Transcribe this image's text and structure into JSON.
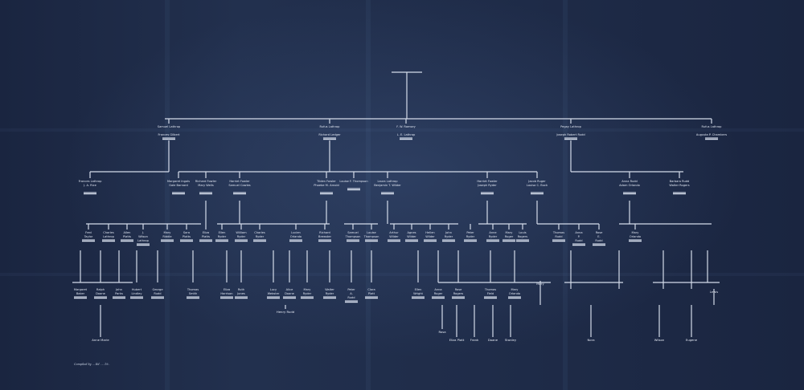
{
  "document": {
    "signature": "Compiled by ... Ed. ... 19..",
    "colors": {
      "background": "#1d2a45",
      "ink": "#dfe5f1"
    }
  },
  "level1": [
    {
      "name": "Samuel Lathrop",
      "spouse": "Frances Gilbert"
    },
    {
      "name": "Rufus Lathrop",
      "spouse": "Richard Ledger"
    },
    {
      "name": "F. W. Ramsey",
      "spouse": "L. E. Lathrop"
    },
    {
      "name": "Pegay Lathrop",
      "spouse": "Joseph Robert Rudd"
    },
    {
      "name": "Rufus Lathrop",
      "spouse": "Augusta P. Chambers"
    }
  ],
  "level2": [
    "Frances Lathrop / J. A. Rice",
    "Margaret Ingals / Gale Barnard",
    "Richard Fowler / Mary Wells",
    "Harriet Fowler / Samuel Cowles",
    "Tilden Fowler / Phoebe M. Arnold",
    "Louise F. Thompson",
    "Laura Lathrop / Benjamin T. Wilder",
    "Harriet Fowler / Joseph Ryder",
    "Jacob Ruger / Louisa C. Buck",
    "Anna Rudd / Adam Orlando",
    "Barbara Rudd / Walter Rogers"
  ],
  "level3": [
    "Fred Taylor",
    "Charles Lathrop",
    "Allen Platts",
    "J. Wilson Lathrop",
    "Mary Riddle",
    "Sara Platts",
    "Eliza Platts",
    "Ellen Ryder",
    "William Ryder",
    "Charles Ryder",
    "Lucien Orlando",
    "Richard Brewster",
    "Samuel Thompson",
    "Louise Thompson",
    "Arthur Wilder",
    "Agnes Wilder",
    "Hellen Wilder",
    "John Ryder",
    "Peter Ryder",
    "Anne Ryder",
    "Mary Ruger",
    "Louis Rogers",
    "Thomas Rudd",
    "Anna P. Rudd",
    "Rose E. Rudd",
    "Mary Orlando"
  ],
  "level4": [
    "Margaret Baker",
    "Ralph Doane",
    "John Parks",
    "Hubert Lindley",
    "George Rudd",
    "Thomas Smith",
    "Eliza Harrison",
    "Ruth Jones",
    "Lucy Webster",
    "Alice Doane",
    "Mary Ryder",
    "Walter Ryder",
    "Peter A. Rudd",
    "Clara Platt",
    "Ellen Wright",
    "Anna Ruger",
    "Rose Rogers",
    "Thomas Field",
    "Mary Orlando"
  ],
  "level5": [
    "Anne Marie",
    "Henry Rudd",
    "Rosa",
    "Eliza Platt",
    "Frank",
    "Doane",
    "Stanley",
    "Mary",
    "Nora",
    "Wilson",
    "Eugene",
    "Lewis"
  ]
}
